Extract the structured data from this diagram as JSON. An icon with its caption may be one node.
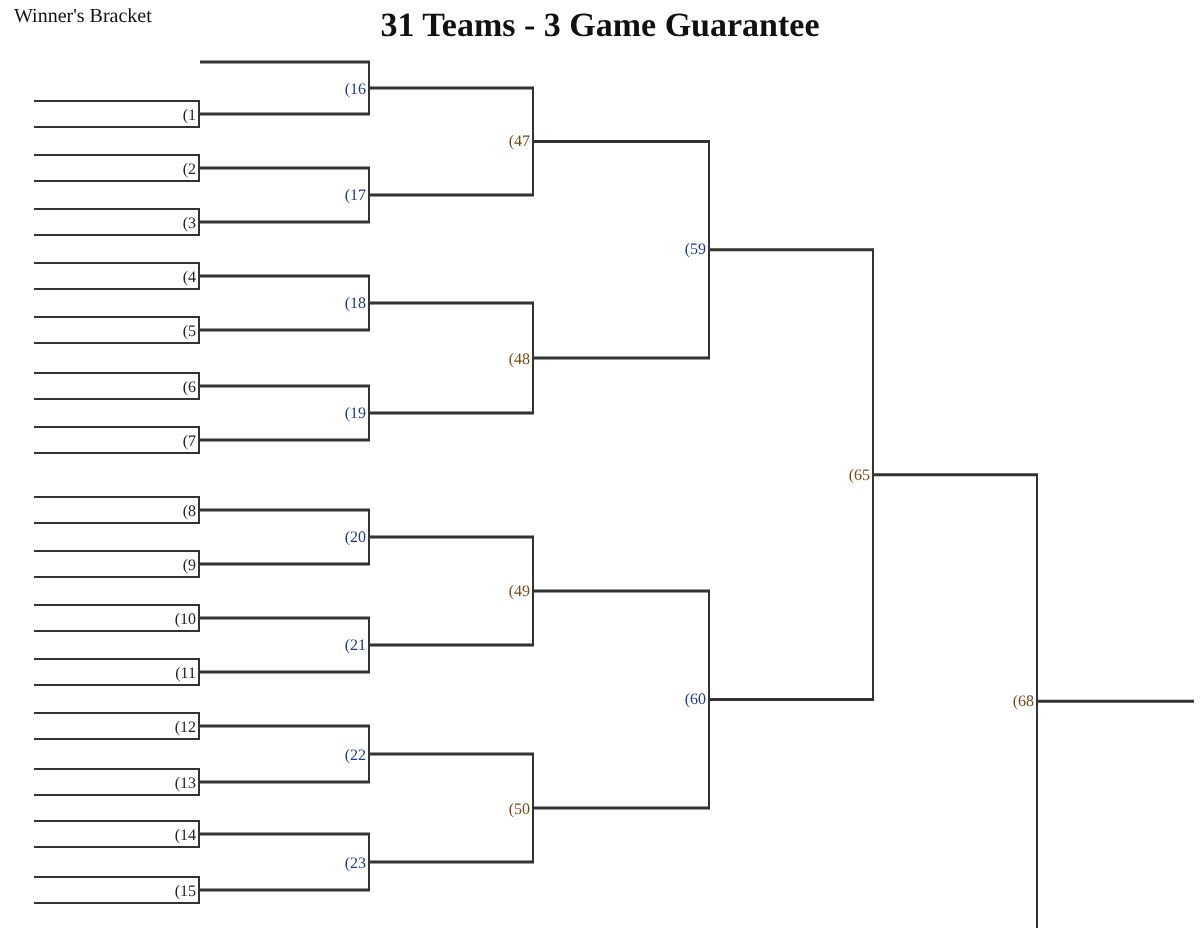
{
  "diagram": {
    "title": "31 Teams - 3 Game Guarantee",
    "nodes": [
      {
        "text": [
          "(1"
        ]
      },
      {
        "text": [
          "(2"
        ]
      },
      {
        "text": [
          "(3"
        ]
      },
      {
        "text": [
          "(4"
        ]
      },
      {
        "text": [
          "(5"
        ]
      },
      {
        "text": [
          "(6"
        ]
      },
      {
        "text": [
          "(7"
        ]
      },
      {
        "text": [
          "(8"
        ]
      },
      {
        "text": [
          "(9"
        ]
      },
      {
        "text": [
          "(10"
        ]
      },
      {
        "text": [
          "(11"
        ]
      },
      {
        "text": [
          "(12"
        ]
      },
      {
        "text": [
          "(13"
        ]
      },
      {
        "text": [
          "(14"
        ]
      },
      {
        "text": [
          "(15"
        ]
      },
      {
        "text": [
          "(16"
        ]
      },
      {
        "text": [
          "(17"
        ]
      },
      {
        "text": [
          "(18"
        ]
      },
      {
        "text": [
          "(19"
        ]
      },
      {
        "text": [
          "(20"
        ]
      },
      {
        "text": [
          "(21"
        ]
      },
      {
        "text": [
          "(22"
        ]
      },
      {
        "text": [
          "(23"
        ]
      },
      {
        "text": [
          "(47"
        ]
      },
      {
        "text": [
          "(48"
        ]
      },
      {
        "text": [
          "(49"
        ]
      },
      {
        "text": [
          "(50"
        ]
      },
      {
        "text": [
          "(59"
        ]
      },
      {
        "text": [
          "(60"
        ]
      },
      {
        "text": [
          "(65"
        ]
      },
      {
        "text": [
          "(68"
        ]
      }
    ],
    "edges": [
      {
        "from": null,
        "to": 15,
        "arrow": "none"
      },
      {
        "from": 0,
        "to": 15,
        "arrow": "none"
      },
      {
        "from": 1,
        "to": 16,
        "arrow": "none"
      },
      {
        "from": 2,
        "to": 16,
        "arrow": "none"
      },
      {
        "from": 3,
        "to": 17,
        "arrow": "none"
      },
      {
        "from": 4,
        "to": 17,
        "arrow": "none"
      },
      {
        "from": 5,
        "to": 18,
        "arrow": "none"
      },
      {
        "from": 6,
        "to": 18,
        "arrow": "none"
      },
      {
        "from": 7,
        "to": 19,
        "arrow": "none"
      },
      {
        "from": 8,
        "to": 19,
        "arrow": "none"
      },
      {
        "from": 9,
        "to": 20,
        "arrow": "none"
      },
      {
        "from": 10,
        "to": 20,
        "arrow": "none"
      },
      {
        "from": 11,
        "to": 21,
        "arrow": "none"
      },
      {
        "from": 12,
        "to": 21,
        "arrow": "none"
      },
      {
        "from": 13,
        "to": 22,
        "arrow": "none"
      },
      {
        "from": 14,
        "to": 22,
        "arrow": "none"
      },
      {
        "from": 15,
        "to": 23,
        "arrow": "none"
      },
      {
        "from": 16,
        "to": 23,
        "arrow": "none"
      },
      {
        "from": 17,
        "to": 24,
        "arrow": "none"
      },
      {
        "from": 18,
        "to": 24,
        "arrow": "none"
      },
      {
        "from": 19,
        "to": 25,
        "arrow": "none"
      },
      {
        "from": 20,
        "to": 25,
        "arrow": "none"
      },
      {
        "from": 21,
        "to": 26,
        "arrow": "none"
      },
      {
        "from": 22,
        "to": 26,
        "arrow": "none"
      },
      {
        "from": 23,
        "to": 27,
        "arrow": "none"
      },
      {
        "from": 24,
        "to": 27,
        "arrow": "none"
      },
      {
        "from": 25,
        "to": 28,
        "arrow": "none"
      },
      {
        "from": 26,
        "to": 28,
        "arrow": "none"
      },
      {
        "from": 27,
        "to": 29,
        "arrow": "none"
      },
      {
        "from": 28,
        "to": 29,
        "arrow": "none"
      },
      {
        "from": 29,
        "to": 30,
        "arrow": "none"
      },
      {
        "from": 30,
        "to": null,
        "arrow": "none"
      }
    ],
    "labels": [
      "Winner's Bracket"
    ]
  }
}
